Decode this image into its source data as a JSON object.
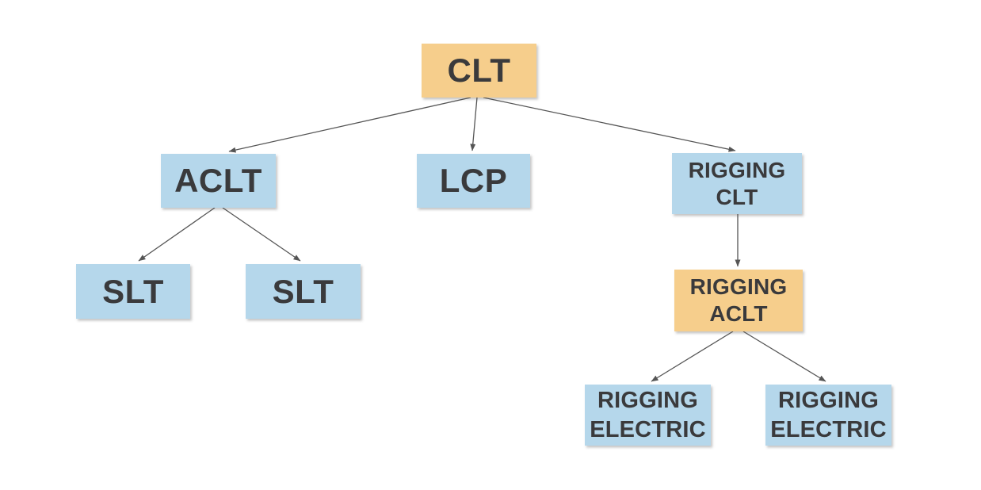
{
  "diagram": {
    "type": "org-tree",
    "background": "#ffffff",
    "colors": {
      "orange_fill": "#f6ce8c",
      "blue_fill": "#b5d7eb",
      "text_color": "#3a3a3c",
      "line_color": "#555555"
    },
    "nodes": [
      {
        "id": "clt",
        "label": "CLT",
        "fill": "orange_fill",
        "level": 1
      },
      {
        "id": "aclt",
        "label": "ACLT",
        "fill": "blue_fill",
        "level": 2
      },
      {
        "id": "lcp",
        "label": "LCP",
        "fill": "blue_fill",
        "level": 2
      },
      {
        "id": "rigging-clt",
        "label": "RIGGING\nCLT",
        "fill": "blue_fill",
        "level": 2
      },
      {
        "id": "slt-left",
        "label": "SLT",
        "fill": "blue_fill",
        "level": 3
      },
      {
        "id": "slt-right",
        "label": "SLT",
        "fill": "blue_fill",
        "level": 3
      },
      {
        "id": "rigging-aclt",
        "label": "RIGGING\nACLT",
        "fill": "orange_fill",
        "level": 3
      },
      {
        "id": "rigging-electric-left",
        "label": "RIGGING\nELECTRIC",
        "fill": "blue_fill",
        "level": 4
      },
      {
        "id": "rigging-electric-right",
        "label": "RIGGING\nELECTRIC",
        "fill": "blue_fill",
        "level": 4
      }
    ],
    "edges": [
      {
        "from": "clt",
        "to": "aclt"
      },
      {
        "from": "clt",
        "to": "lcp"
      },
      {
        "from": "clt",
        "to": "rigging-clt"
      },
      {
        "from": "aclt",
        "to": "slt-left"
      },
      {
        "from": "aclt",
        "to": "slt-right"
      },
      {
        "from": "rigging-clt",
        "to": "rigging-aclt"
      },
      {
        "from": "rigging-aclt",
        "to": "rigging-electric-left"
      },
      {
        "from": "rigging-aclt",
        "to": "rigging-electric-right"
      }
    ]
  }
}
